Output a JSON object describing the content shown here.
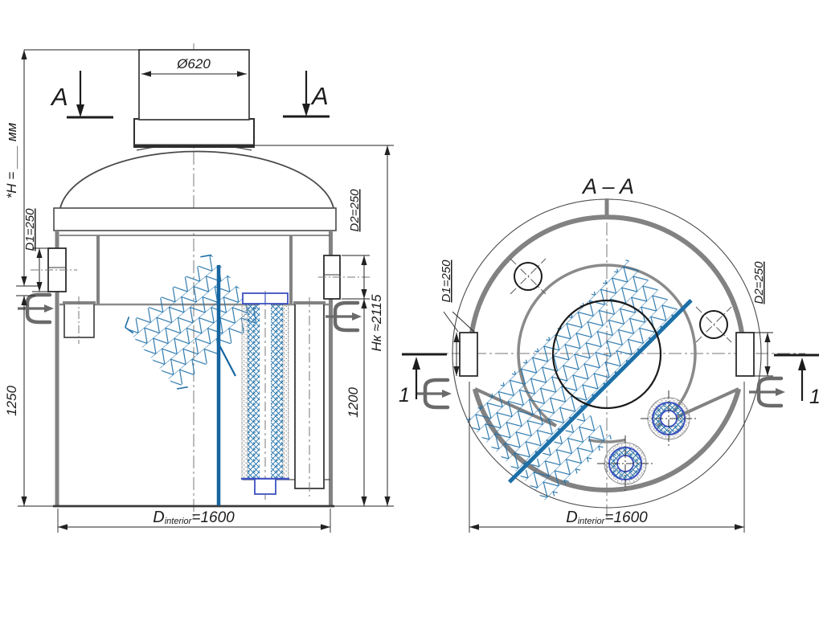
{
  "colors": {
    "line": "#3a3a3a",
    "wall_gray": "#828282",
    "steel_blue": "#1d6fa8",
    "cap_blue": "#3c50c0",
    "icon_gray": "#6a6a6a",
    "background": "#ffffff"
  },
  "front_view": {
    "section_label_left": "A",
    "section_label_right": "A",
    "height_note": "*H = ___ мм",
    "neck_diameter": "Ø620",
    "inlet_label": "D1=250",
    "outlet_label": "D2=250",
    "total_height": "Hк ≈2115",
    "outlet_to_bottom": "1200",
    "inlet_to_bottom": "1250",
    "interior_diameter": {
      "symbol": "D",
      "subscript": "interior",
      "value": "=1600"
    }
  },
  "plan_view": {
    "title": "A – A",
    "inlet_label": "D1=250",
    "outlet_label": "D2=250",
    "section_marker_left": "1",
    "section_marker_right": "1",
    "interior_diameter": {
      "symbol": "D",
      "subscript": "interior",
      "value": "=1600"
    }
  }
}
